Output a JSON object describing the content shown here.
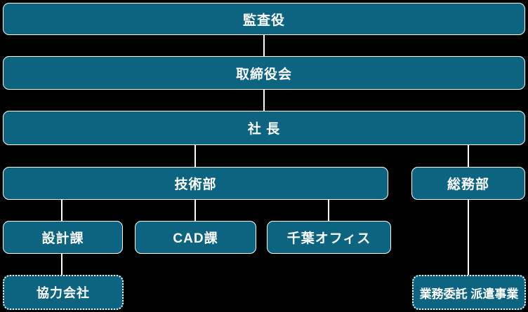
{
  "colors": {
    "background": "#000000",
    "box_fill": "#0d6480",
    "box_border": "#ffffff",
    "connector": "#ffffff",
    "text": "#ffffff"
  },
  "org_chart": {
    "type": "organization-chart",
    "nodes": [
      {
        "id": "auditor",
        "label": "監査役",
        "level": 1,
        "parent": null,
        "border": "solid"
      },
      {
        "id": "board-of-directors",
        "label": "取締役会",
        "level": 2,
        "parent": "auditor",
        "border": "solid"
      },
      {
        "id": "president",
        "label": "社 長",
        "level": 3,
        "parent": "board-of-directors",
        "border": "solid"
      },
      {
        "id": "engineering-dept",
        "label": "技術部",
        "level": 4,
        "parent": "president",
        "border": "solid"
      },
      {
        "id": "general-affairs-dept",
        "label": "総務部",
        "level": 4,
        "parent": "president",
        "border": "solid"
      },
      {
        "id": "design-section",
        "label": "設計課",
        "level": 5,
        "parent": "engineering-dept",
        "border": "solid"
      },
      {
        "id": "cad-section",
        "label": "CAD課",
        "level": 5,
        "parent": "engineering-dept",
        "border": "solid"
      },
      {
        "id": "chiba-office",
        "label": "千葉オフィス",
        "level": 5,
        "parent": "engineering-dept",
        "border": "solid"
      },
      {
        "id": "partner-companies",
        "label": "協力会社",
        "level": 6,
        "parent": "design-section",
        "border": "dotted"
      },
      {
        "id": "outsourcing-dispatch",
        "label": "業務委託 派遣事業",
        "level": 6,
        "parent": "general-affairs-dept",
        "border": "dotted"
      }
    ]
  }
}
